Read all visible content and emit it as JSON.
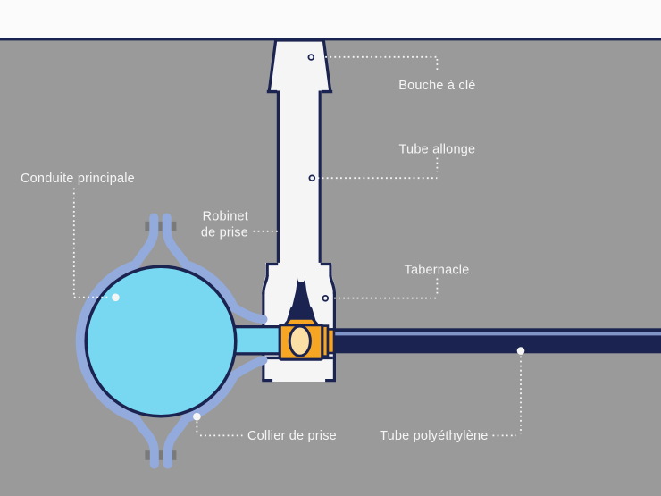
{
  "diagram": {
    "labels": {
      "bouche": "Bouche à clé",
      "tube_allonge": "Tube allonge",
      "conduite": "Conduite principale",
      "robinet_line1": "Robinet",
      "robinet_line2": "de prise",
      "tabernacle": "Tabernacle",
      "collier": "Collier de prise",
      "tube_poly": "Tube polyéthylène"
    },
    "colors": {
      "sky": "#fbfbfb",
      "ground": "#9a9a9a",
      "navy": "#1b2350",
      "water": "#79d8f1",
      "strap": "#93abdc",
      "orange": "#f6a623",
      "cream": "#fcdfa4",
      "structure": "#f5f5f6",
      "bolt": "#7a7a7a",
      "stripe": "#8094c8",
      "label_text": "#f5f5f5"
    }
  }
}
